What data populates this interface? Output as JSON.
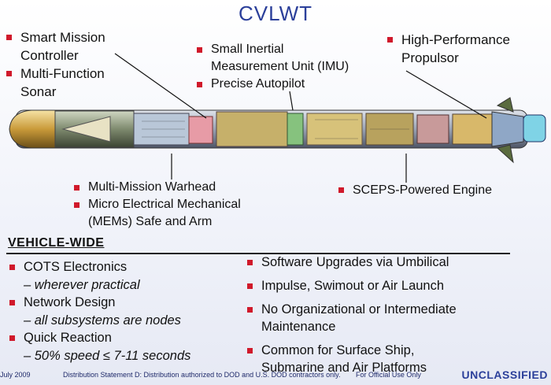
{
  "title": "CVLWT",
  "callouts": {
    "mission_controller": [
      "Smart Mission",
      "Controller"
    ],
    "sonar": [
      "Multi-Function",
      "Sonar"
    ],
    "imu": [
      "Small Inertial",
      "Measurement Unit (IMU)"
    ],
    "autopilot": "Precise Autopilot",
    "propulsor": [
      "High-Performance",
      "Propulsor"
    ],
    "warhead": "Multi-Mission Warhead",
    "mems": [
      "Micro Electrical Mechanical",
      "(MEMs) Safe and Arm"
    ],
    "engine": "SCEPS-Powered Engine"
  },
  "vehicle_wide": {
    "header": "VEHICLE-WIDE",
    "left": [
      {
        "label": "COTS Electronics",
        "sub": "– wherever practical"
      },
      {
        "label": "Network Design",
        "sub": "– all subsystems are nodes"
      },
      {
        "label": "Quick Reaction",
        "sub": "– 50% speed ≤ 7-11 seconds"
      }
    ],
    "right": [
      {
        "line1": "Software Upgrades via Umbilical",
        "line2": ""
      },
      {
        "line1": "Impulse, Swimout or Air Launch",
        "line2": ""
      },
      {
        "line1": "No Organizational or Intermediate",
        "line2": "Maintenance"
      },
      {
        "line1": "Common for Surface Ship,",
        "line2": "Submarine and Air Platforms"
      }
    ]
  },
  "footer": {
    "date": "July 2009",
    "distribution": "Distribution Statement D:  Distribution authorized to DOD and U.S. DOD contractors only.",
    "official": "For Official Use Only",
    "classification": "UNCLASSIFIED"
  },
  "colors": {
    "title": "#2b3f9a",
    "bullet": "#d0192b"
  }
}
